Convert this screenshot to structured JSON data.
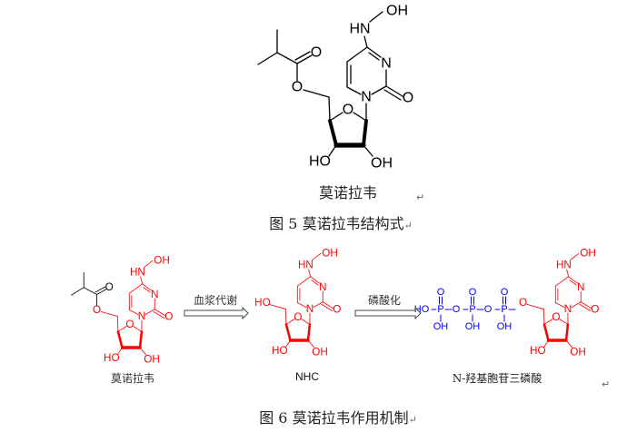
{
  "atoms": {
    "hn": "HN",
    "oh": "OH",
    "n": "N",
    "o": "O",
    "ho": "HO",
    "p": "P"
  },
  "figure5": {
    "compound_label": "莫诺拉韦",
    "caption": "图 5  莫诺拉韦结构式"
  },
  "figure6": {
    "compound1_label": "莫诺拉韦",
    "arrow1_label": "血浆代谢",
    "compound2_label": "NHC",
    "arrow2_label": "磷酸化",
    "compound3_label": "N-羟基胞苷三磷酸",
    "caption": "图 6  莫诺拉韦作用机制"
  },
  "paragraph_mark": "↵",
  "colors": {
    "black": "#000000",
    "red": "#ff0000",
    "blue": "#0000ff"
  }
}
